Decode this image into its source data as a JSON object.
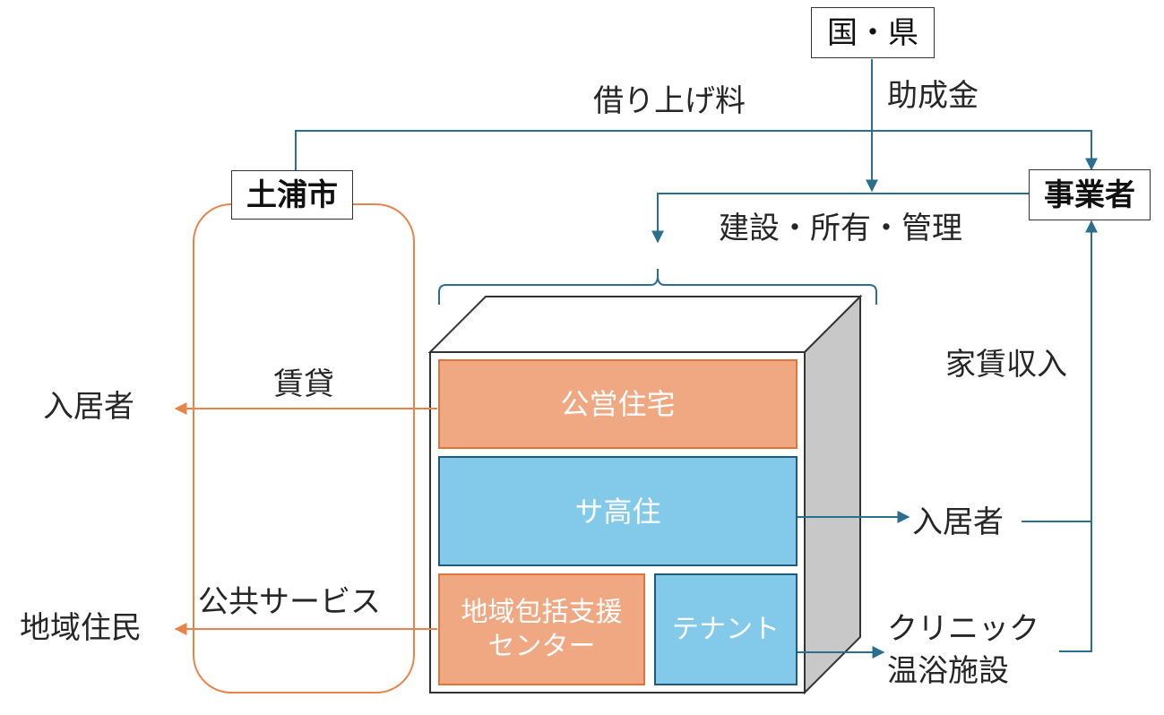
{
  "nodes": {
    "kuni_ken": "国・県",
    "tsuchiura": "土浦市",
    "jigyousha": "事業者",
    "nyukyosha_left": "入居者",
    "chiiki_jumin": "地域住民",
    "nyukyosha_right": "入居者",
    "clinic_line1": "クリニック",
    "clinic_line2": "温浴施設"
  },
  "edges": {
    "kariage": "借り上げ料",
    "josei": "助成金",
    "kensetsu": "建設・所有・管理",
    "yachin": "家賃収入",
    "chintai": "賃貸",
    "kokyo_service": "公共サービス"
  },
  "building": {
    "koei": "公営住宅",
    "sakoju": "サ高住",
    "chiiki_line1": "地域包括支援",
    "chiiki_line2": "センター",
    "tenant": "テナント"
  },
  "colors": {
    "blue_arrow": "#2a6f8e",
    "orange_arrow": "#e8834a",
    "orange_fill": "#f0a882",
    "blue_fill": "#82c9ea",
    "box_side": "#c8c8c8"
  }
}
